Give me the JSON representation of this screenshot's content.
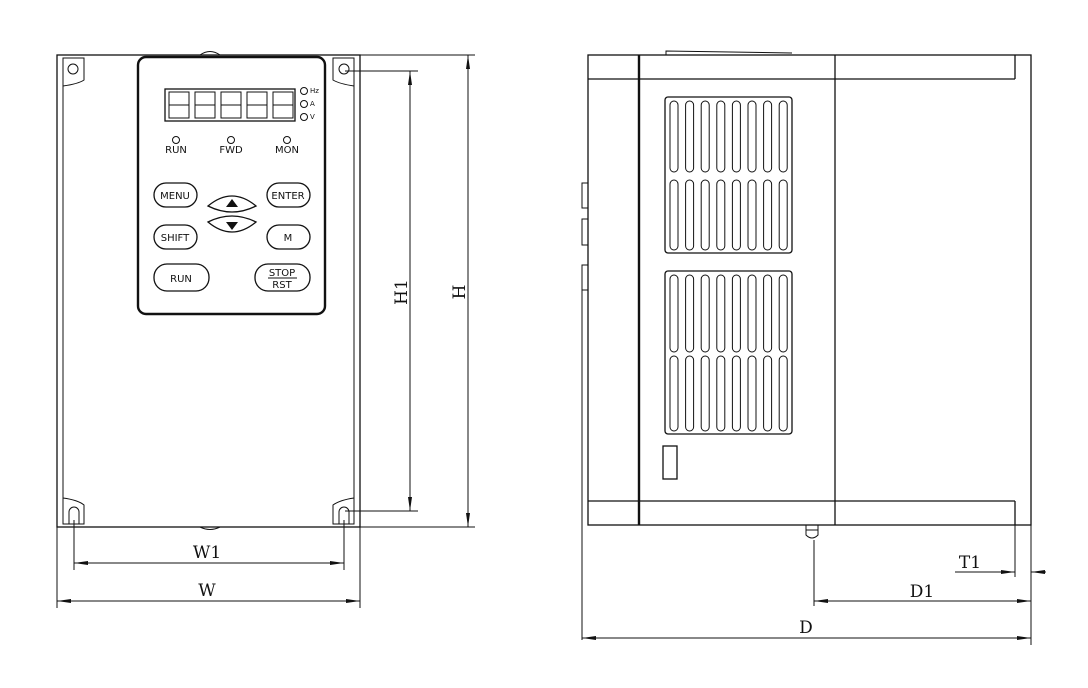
{
  "front_view": {
    "indicators": {
      "hz": "Hz",
      "a": "A",
      "v": "V"
    },
    "status_leds": [
      "RUN",
      "FWD",
      "MON"
    ],
    "keys": {
      "menu": "MENU",
      "enter": "ENTER",
      "shift": "SHIFT",
      "m": "M",
      "run": "RUN",
      "stop": "STOP",
      "rst": "RST"
    },
    "dimensions": {
      "w1": "W1",
      "w": "W",
      "h1": "H1",
      "h": "H"
    }
  },
  "side_view": {
    "dimensions": {
      "t1": "T1",
      "d1": "D1",
      "d": "D"
    }
  },
  "colors": {
    "line": "#111111",
    "background": "#ffffff"
  }
}
